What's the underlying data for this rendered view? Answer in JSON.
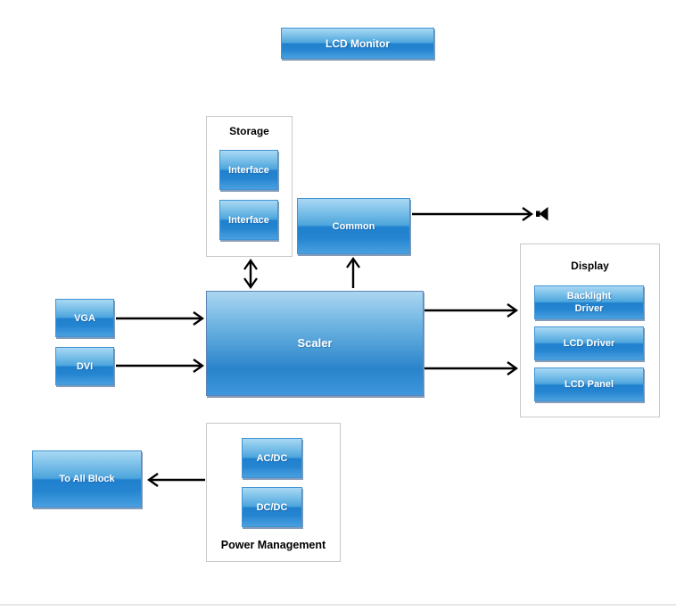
{
  "diagram": {
    "type": "block-diagram",
    "subject": "LCD Monitor system block diagram",
    "nodes": {
      "lcd_monitor": "LCD Monitor",
      "interface_1": "Interface",
      "interface_2": "Interface",
      "common": "Common",
      "vga": "VGA",
      "dvi": "DVI",
      "scaler": "Scaler",
      "backlight_driver": "Backlight Driver",
      "lcd_driver": "LCD Driver",
      "lcd_panel": "LCD Panel",
      "acdc": "AC/DC",
      "dcdc": "DC/DC",
      "to_all_block": "To All Block"
    },
    "groups": {
      "storage": "Storage",
      "display": "Display",
      "power": "Power Management"
    },
    "icons": {
      "speaker": "speaker-icon"
    },
    "connections": [
      {
        "from": "VGA",
        "to": "Scaler",
        "style": "arrow"
      },
      {
        "from": "DVI",
        "to": "Scaler",
        "style": "arrow"
      },
      {
        "from": "Storage",
        "to": "Scaler",
        "style": "double-arrow"
      },
      {
        "from": "Scaler",
        "to": "Common",
        "style": "arrow"
      },
      {
        "from": "Common",
        "to": "speaker",
        "style": "arrow"
      },
      {
        "from": "Scaler",
        "to": "Backlight Driver",
        "style": "arrow"
      },
      {
        "from": "Scaler",
        "to": "LCD Panel",
        "style": "arrow"
      },
      {
        "from": "Power Management",
        "to": "To All Block",
        "style": "arrow"
      }
    ],
    "colors": {
      "node_gradient_top": "#a9d8f3",
      "node_gradient_upper_mid": "#4da5dc",
      "node_gradient_lower_mid": "#1f80ce",
      "node_gradient_bottom": "#4aa0e0",
      "node_border": "#3f94d6",
      "node_shadow": "#224a80",
      "node_text": "#ffffff",
      "group_border": "#c9c9c9",
      "group_label_text": "#000000",
      "arrow": "#000000",
      "bottom_rule": "#e6e6e6"
    }
  }
}
